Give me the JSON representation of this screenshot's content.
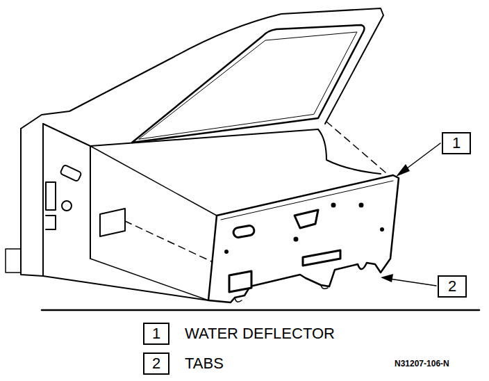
{
  "diagram": {
    "labels": [
      "1",
      "2",
      "1",
      "WATER DEFLECTOR",
      "2",
      "TABS",
      "N31207-106-N"
    ]
  }
}
